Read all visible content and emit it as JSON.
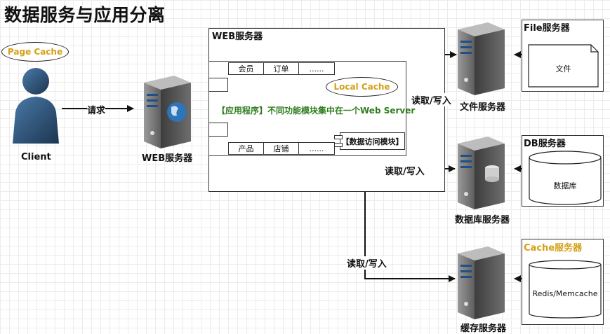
{
  "title": "数据服务与应用分离",
  "page_cache": "Page Cache",
  "client_label": "Client",
  "request_label": "请求",
  "web_server_label": "WEB服务器",
  "app_box": {
    "title": "WEB服务器",
    "local_cache": "Local Cache",
    "top_modules": [
      "会员",
      "订单",
      "......"
    ],
    "bottom_modules": [
      "产品",
      "店铺",
      "......"
    ],
    "app_text": "【应用程序】不同功能模块集中在一个Web Server",
    "data_access": "【数据访问模块】"
  },
  "read_write": "读取/写入",
  "servers": {
    "file": {
      "label": "文件服务器",
      "box_title": "File服务器",
      "item": "文件"
    },
    "db": {
      "label": "数据库服务器",
      "box_title": "DB服务器",
      "item": "数据库"
    },
    "cache": {
      "label": "缓存服务器",
      "box_title": "Cache服务器",
      "item": "Redis/Memcache"
    }
  },
  "colors": {
    "cache_title": "#d4a017",
    "app_text": "#2e7d1e",
    "server_body": "#6b6b6b"
  }
}
